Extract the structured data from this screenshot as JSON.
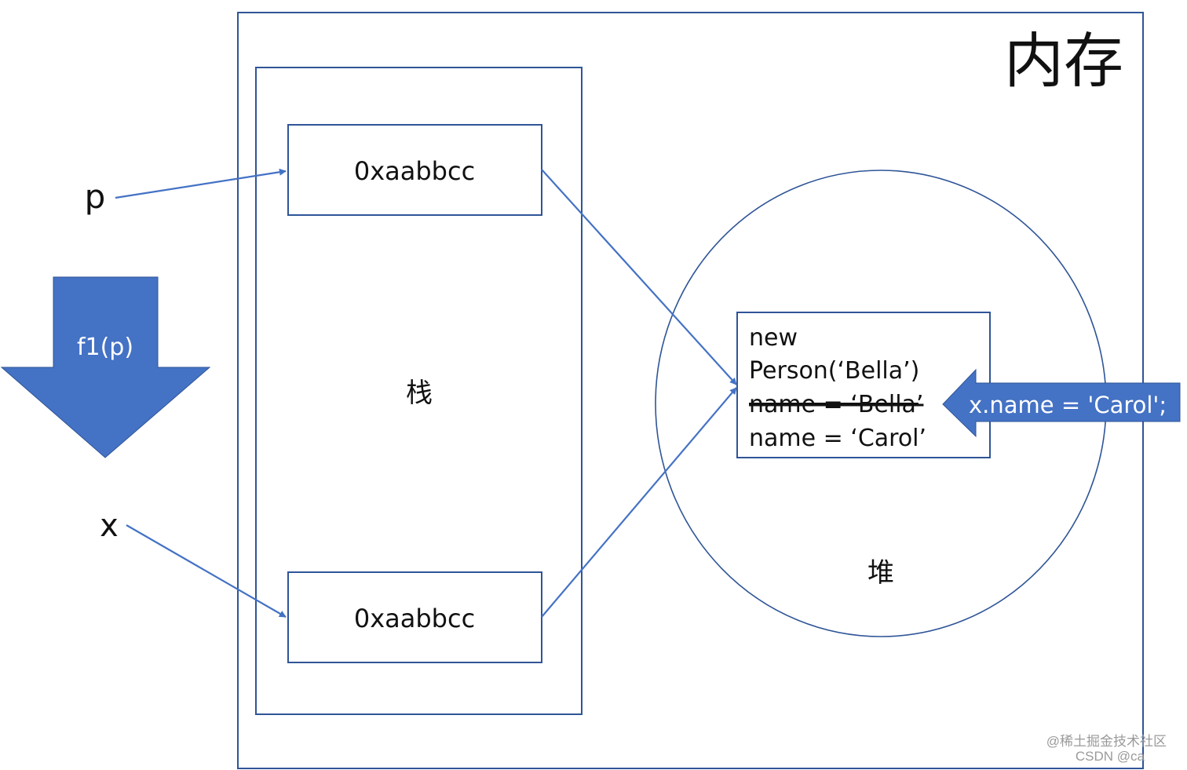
{
  "memory": {
    "title": "内存"
  },
  "stack": {
    "label": "栈",
    "top_cell": "0xaabbcc",
    "bottom_cell": "0xaabbcc"
  },
  "heap": {
    "label": "堆",
    "object_lines": [
      "new",
      "Person(‘Bella’)",
      "name = ‘Bella’",
      "name = ‘Carol’"
    ],
    "struck_line": "name = ‘Bella’"
  },
  "variables": {
    "p": "p",
    "x": "x"
  },
  "call_arrow": {
    "label": "f1(p)"
  },
  "assign_arrow": {
    "label": "x.name = 'Carol';"
  },
  "watermark": {
    "line1": "@稀土掘金技术社区",
    "line2": "CSDN @ca"
  },
  "colors": {
    "box_stroke": "#2f5597",
    "arrow_blue": "#4472c4",
    "shape_fill": "#4472c4"
  }
}
